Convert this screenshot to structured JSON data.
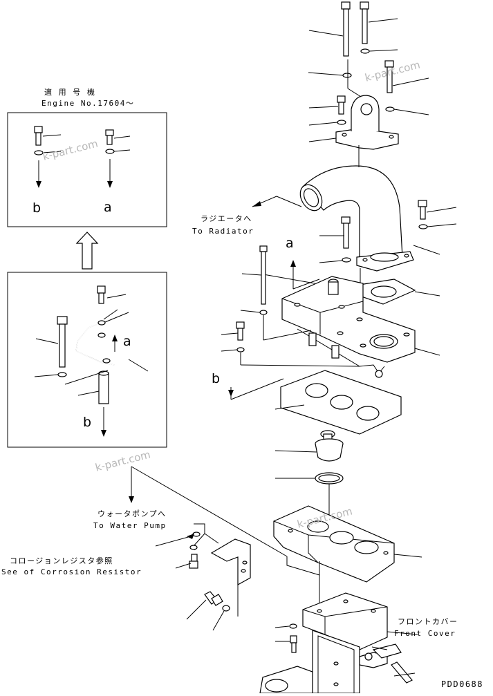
{
  "inset_header": {
    "jp": "適 用 号 機",
    "en": "Engine No.17604～"
  },
  "callouts": {
    "radiator_jp": "ラジエータへ",
    "radiator_en": "To Radiator",
    "water_pump_jp": "ウォータポンプへ",
    "water_pump_en": "To Water Pump",
    "corrosion_jp": "コロージョンレジスタ参照",
    "corrosion_en": "See of Corrosion Resistor",
    "front_cover_jp": "フロントカバー",
    "front_cover_en": "Front Cover"
  },
  "refs": {
    "a": "a",
    "b": "b"
  },
  "watermark": "k-part.com",
  "drawing_code": "PDD0688"
}
